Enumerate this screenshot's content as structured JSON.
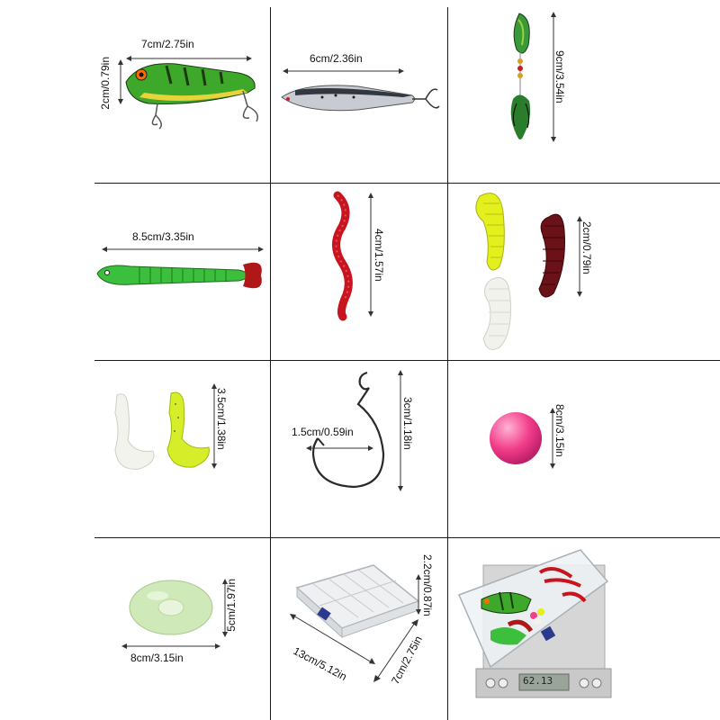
{
  "items": [
    {
      "name": "popper-lure",
      "dims": [
        "7cm/2.75in",
        "2cm/0.79in"
      ],
      "colors": {
        "body": "#3ea82b",
        "belly": "#e8d43a",
        "stripe": "#1b3a10"
      }
    },
    {
      "name": "spoon-lure",
      "dims": [
        "6cm/2.36in"
      ],
      "colors": {
        "body": "#c8ccd2",
        "back": "#333740"
      }
    },
    {
      "name": "spinner-lure",
      "dims": [
        "9cm/3.54in"
      ],
      "colors": {
        "blade": "#3a9a3a",
        "feather": "#2a7d2a"
      }
    },
    {
      "name": "paddle-tail-swimbait",
      "dims": [
        "8.5cm/3.35in"
      ],
      "colors": {
        "body": "#3cbf3c",
        "tail": "#b01818"
      }
    },
    {
      "name": "red-worm",
      "dims": [
        "4cm/1.57in"
      ],
      "colors": {
        "body": "#c8141e"
      }
    },
    {
      "name": "grub-baits",
      "dims": [
        "2cm/0.79in"
      ],
      "colors": {
        "yellow": "#e4ef1e",
        "brown": "#6b1218",
        "white": "#f2f2ec"
      }
    },
    {
      "name": "curly-tail-grubs",
      "dims": [
        "3.5cm/1.38in"
      ],
      "colors": {
        "white": "#f3f3ee",
        "yellow": "#d6ee2a"
      }
    },
    {
      "name": "offset-hook",
      "dims": [
        "1.5cm/0.59in",
        "3cm/1.18in"
      ],
      "colors": {
        "metal": "#2a2a2a"
      }
    },
    {
      "name": "pink-bead",
      "dims": [
        "8cm/3.15in"
      ],
      "colors": {
        "bead": "#f23d8a"
      }
    },
    {
      "name": "glow-egg",
      "dims": [
        "8cm/3.15in",
        "5cm/1.97in"
      ],
      "colors": {
        "body": "#cfe9b8"
      }
    },
    {
      "name": "tackle-box",
      "dims": [
        "13cm/5.12in",
        "7cm/2.75in",
        "2.2cm/0.87in"
      ],
      "colors": {
        "plastic": "#eef0f2",
        "latch": "#2a3a8c"
      }
    },
    {
      "name": "kit-on-scale",
      "scale_reading": "62.13",
      "colors": {
        "scale": "#c9c9c9",
        "display": "#9aa59a"
      }
    }
  ]
}
